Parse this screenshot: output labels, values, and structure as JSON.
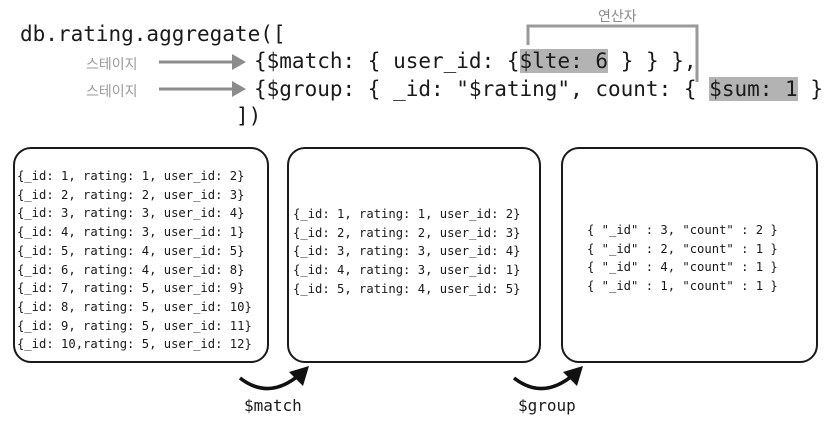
{
  "code": {
    "line1": "db.rating.aggregate([",
    "match_prefix": "{$match: { user_id: {",
    "match_op": "$lte: 6",
    "match_suffix": "} } },",
    "group_prefix": "{$group: { _id: \"$rating\", count: {",
    "group_op": "$sum: 1",
    "group_suffix": "} } }",
    "closing": "])"
  },
  "labels": {
    "stage1": "스테이지",
    "stage2": "스테이지",
    "operator": "연산자",
    "match_step": "$match",
    "group_step": "$group"
  },
  "boxes": {
    "input": [
      "{_id: 1, rating: 1, user_id: 2}",
      "{_id: 2, rating: 2, user_id: 3}",
      "{_id: 3, rating: 3, user_id: 4}",
      "{_id: 4, rating: 3, user_id: 1}",
      "{_id: 5, rating: 4, user_id: 5}",
      "{_id: 6, rating: 4, user_id: 8}",
      "{_id: 7, rating: 5, user_id: 9}",
      "{_id: 8, rating: 5, user_id: 10}",
      "{_id: 9, rating: 5, user_id: 11}",
      "{_id: 10,rating: 5, user_id: 12}"
    ],
    "matched": [
      "{_id: 1, rating: 1, user_id: 2}",
      "{_id: 2, rating: 2, user_id: 3}",
      "{_id: 3, rating: 3, user_id: 4}",
      "{_id: 4, rating: 3, user_id: 1}",
      "{_id: 5, rating: 4, user_id: 5}"
    ],
    "grouped": [
      "{ \"_id\" : 3, \"count\" : 2 }",
      "{ \"_id\" : 2, \"count\" : 1 }",
      "{ \"_id\" : 4, \"count\" : 1 }",
      "{ \"_id\" : 1, \"count\" : 1 }"
    ]
  }
}
